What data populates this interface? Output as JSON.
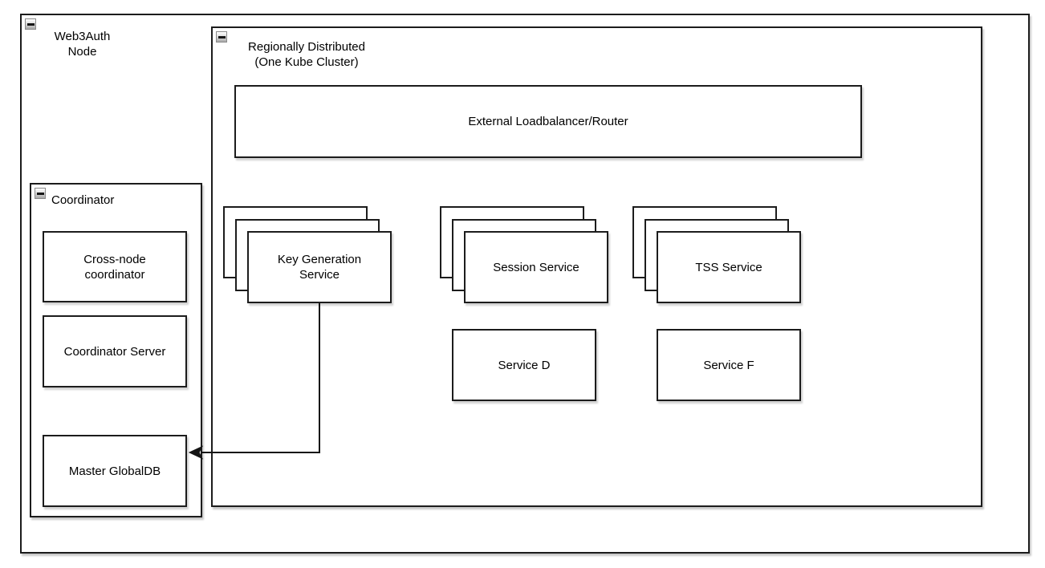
{
  "diagram": {
    "root_group": {
      "line1": "Web3Auth",
      "line2": "Node"
    },
    "cluster_group": {
      "line1": "Regionally Distributed",
      "line2": "(One Kube Cluster)"
    },
    "loadbalancer": {
      "label": "External Loadbalancer/Router"
    },
    "stacks": [
      {
        "label": "Key Generation Service"
      },
      {
        "label": "Session Service"
      },
      {
        "label": "TSS Service"
      }
    ],
    "services": [
      {
        "label": "Service D"
      },
      {
        "label": "Service F"
      }
    ],
    "coordinator": {
      "title": "Coordinator",
      "boxes": [
        {
          "label": "Cross-node coordinator"
        },
        {
          "label": "Coordinator Server"
        },
        {
          "label": "Master GlobalDB"
        }
      ]
    },
    "edges": [
      {
        "from": "Key Generation Service",
        "to": "Master GlobalDB",
        "style": "orthogonal-arrow"
      }
    ],
    "icons": {
      "collapse": "minus-icon"
    },
    "colors": {
      "stroke": "#1c1c1c",
      "fill": "#ffffff",
      "shadow": "#c9c9c9"
    }
  }
}
